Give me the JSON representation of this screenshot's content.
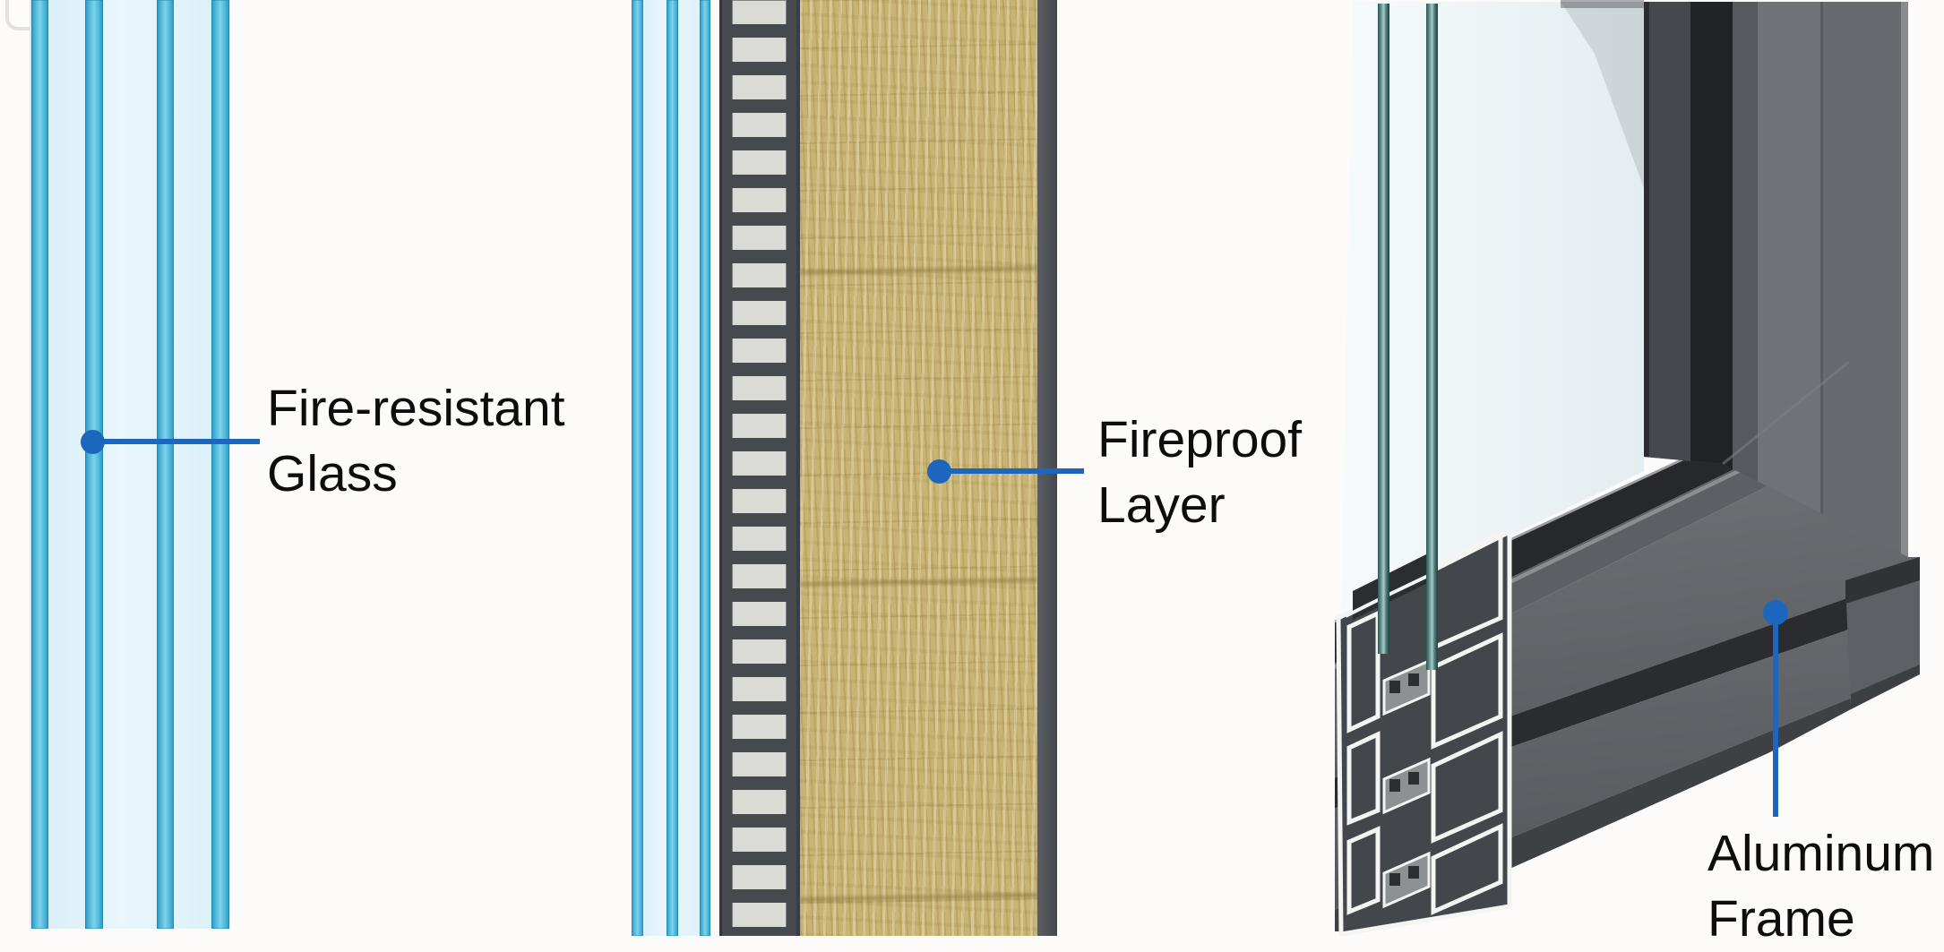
{
  "diagram": {
    "title_semantic": "fire-rated aluminum window construction diagram",
    "accent_blue": "#1c67bd",
    "text_color": "#0d0d0d",
    "labels": {
      "glass": {
        "line1": "Fire-resistant",
        "line2": "Glass"
      },
      "fireproof": {
        "line1": "Fireproof",
        "line2": "Layer"
      },
      "frame": {
        "line1": "Aluminum",
        "line2": "Frame"
      }
    },
    "colors": {
      "glass_cyan": "#45b1d6",
      "glass_light": "#e2f3fa",
      "spacer_dark": "#46494d",
      "spacer_rung": "#dadad6",
      "mineral_wool_tan": "#c8b474",
      "frame_gray": "#6b6e72",
      "frame_groove": "#26282b",
      "pane_teal": "#4a7a76",
      "background": "#fcfbf9"
    }
  }
}
